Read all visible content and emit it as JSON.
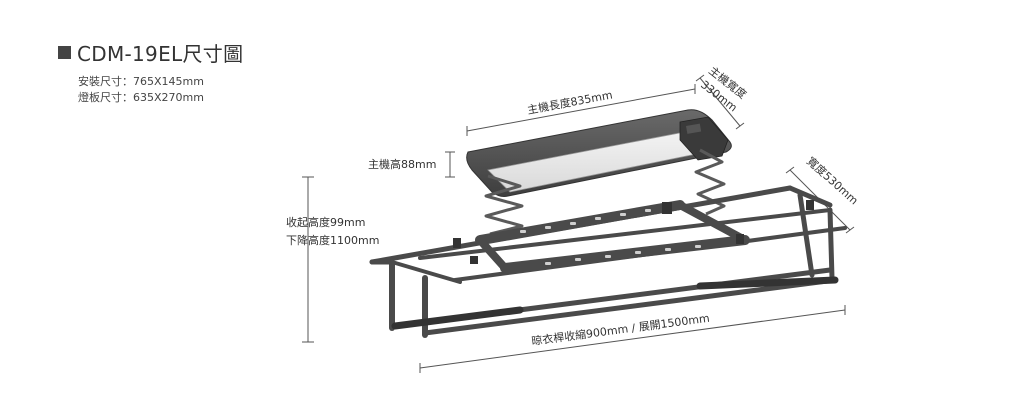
{
  "title": "CDM-19EL尺寸圖",
  "specs": [
    "安裝尺寸：765X145mm",
    "燈板尺寸：635X270mm"
  ],
  "dimensions": {
    "host_length": "主機長度835mm",
    "host_width_label": "主機寬度",
    "host_width_value": "330mm",
    "host_height": "主機高88mm",
    "width": "寬度530mm",
    "lift_height": "收起高度99mm",
    "drop_height": "下降高度1100mm",
    "rod": "晾衣桿收縮900mm / 展開1500mm"
  },
  "colors": {
    "frame": "#4a4a4a",
    "light_panel": "#e8e8e8"
  }
}
